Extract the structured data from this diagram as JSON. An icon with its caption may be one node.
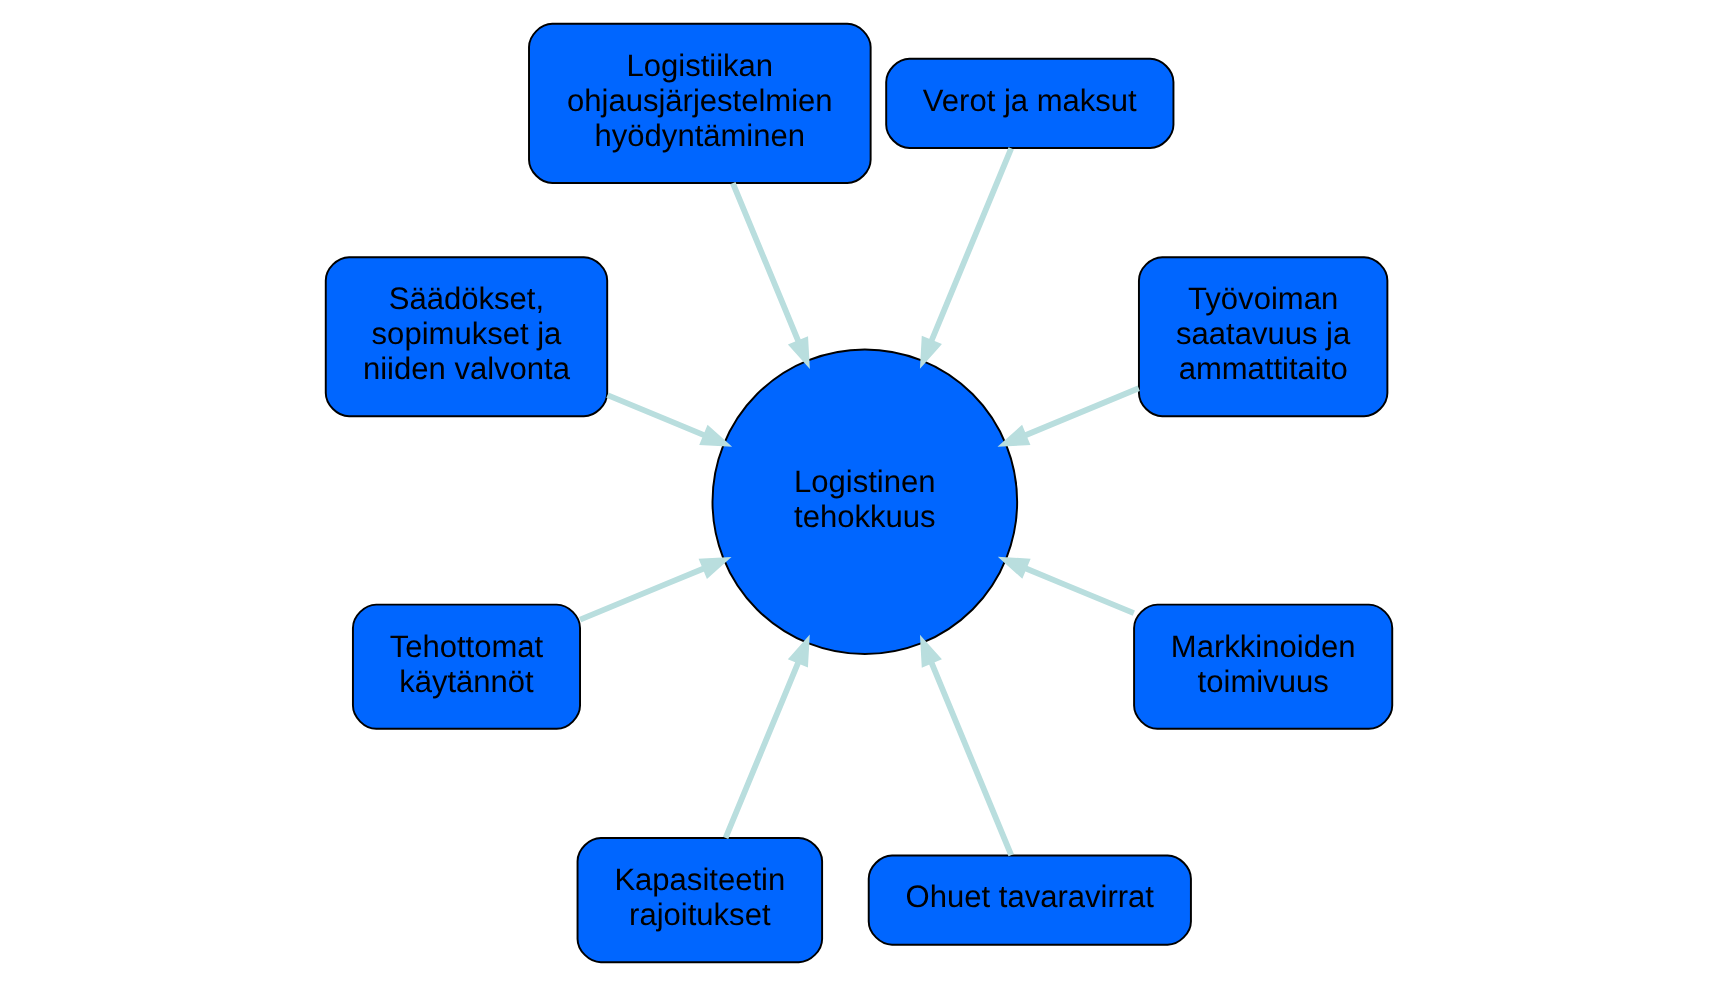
{
  "diagram": {
    "nodes": [
      {
        "text": [
          "Työvoiman saatavuus ja ammattitaito"
        ]
      },
      {
        "text": [
          "Verot ja maksut"
        ]
      },
      {
        "text": [
          "Logistiikan ohjausjärjestelmien hyödyntäminen"
        ]
      },
      {
        "text": [
          "Säädökset, sopimukset ja niiden valvonta"
        ]
      },
      {
        "text": [
          "Tehottomat käytännöt"
        ]
      },
      {
        "text": [
          "Kapasiteetin rajoitukset"
        ]
      },
      {
        "text": [
          "Logistinen tehokkuus"
        ]
      },
      {
        "text": [
          "Ohuet tavaravirrat"
        ]
      },
      {
        "text": [
          "Markkinoiden toimivuus"
        ]
      }
    ],
    "edges": [
      {
        "from": 0,
        "to": 6,
        "arrow": "to"
      },
      {
        "from": 1,
        "to": 6,
        "arrow": "to"
      },
      {
        "from": 2,
        "to": 6,
        "arrow": "to"
      },
      {
        "from": 3,
        "to": 6,
        "arrow": "to"
      },
      {
        "from": 4,
        "to": 6,
        "arrow": "to"
      },
      {
        "from": 5,
        "to": 6,
        "arrow": "to"
      },
      {
        "from": 7,
        "to": 6,
        "arrow": "to"
      },
      {
        "from": 8,
        "to": 6,
        "arrow": "to"
      }
    ]
  }
}
